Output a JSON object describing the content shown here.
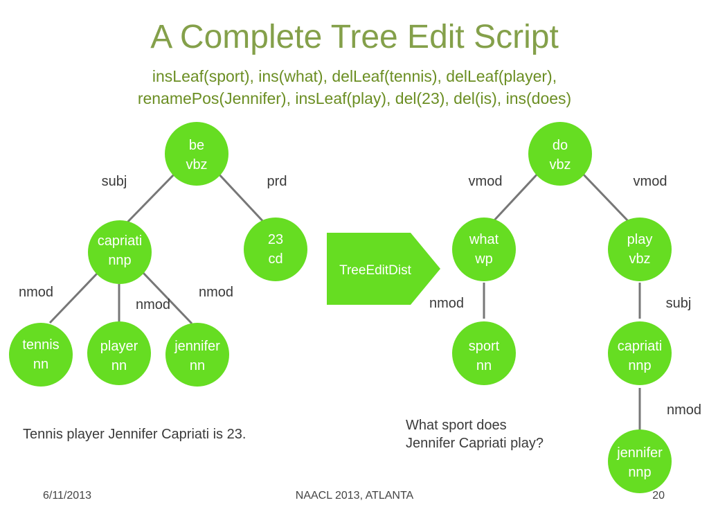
{
  "slide": {
    "title": "A Complete Tree Edit Script",
    "script_line1": "insLeaf(sport), ins(what), delLeaf(tennis), delLeaf(player),",
    "script_line2": "renamePos(Jennifer), insLeaf(play), del(23), del(is), ins(does)"
  },
  "colors": {
    "node_fill": "#66DD22",
    "edge": "#777777",
    "title": "#84A04A",
    "script": "#6B8E23"
  },
  "left_tree": {
    "nodes": {
      "be": {
        "word": "be",
        "tag": "vbz"
      },
      "capriati": {
        "word": "capriati",
        "tag": "nnp"
      },
      "num23": {
        "word": "23",
        "tag": "cd"
      },
      "tennis": {
        "word": "tennis",
        "tag": "nn"
      },
      "player": {
        "word": "player",
        "tag": "nn"
      },
      "jennifer": {
        "word": "jennifer",
        "tag": "nn"
      }
    },
    "edges": {
      "be_capriati": "subj",
      "be_23": "prd",
      "capriati_tennis": "nmod",
      "capriati_player": "nmod",
      "capriati_jennifer": "nmod"
    },
    "caption": "Tennis player Jennifer Capriati is 23."
  },
  "arrow_label": "TreeEditDist",
  "right_tree": {
    "nodes": {
      "do": {
        "word": "do",
        "tag": "vbz"
      },
      "what": {
        "word": "what",
        "tag": "wp"
      },
      "play": {
        "word": "play",
        "tag": "vbz"
      },
      "sport": {
        "word": "sport",
        "tag": "nn"
      },
      "capriati": {
        "word": "capriati",
        "tag": "nnp"
      },
      "jennifer": {
        "word": "jennifer",
        "tag": "nnp"
      }
    },
    "edges": {
      "do_what": "vmod",
      "do_play": "vmod",
      "what_sport": "nmod",
      "play_capriati": "subj",
      "capriati_jennifer": "nmod"
    },
    "caption_line1": "What sport does",
    "caption_line2": "Jennifer Capriati play?"
  },
  "footer": {
    "date": "6/11/2013",
    "venue": "NAACL 2013, ATLANTA",
    "page": "20"
  }
}
